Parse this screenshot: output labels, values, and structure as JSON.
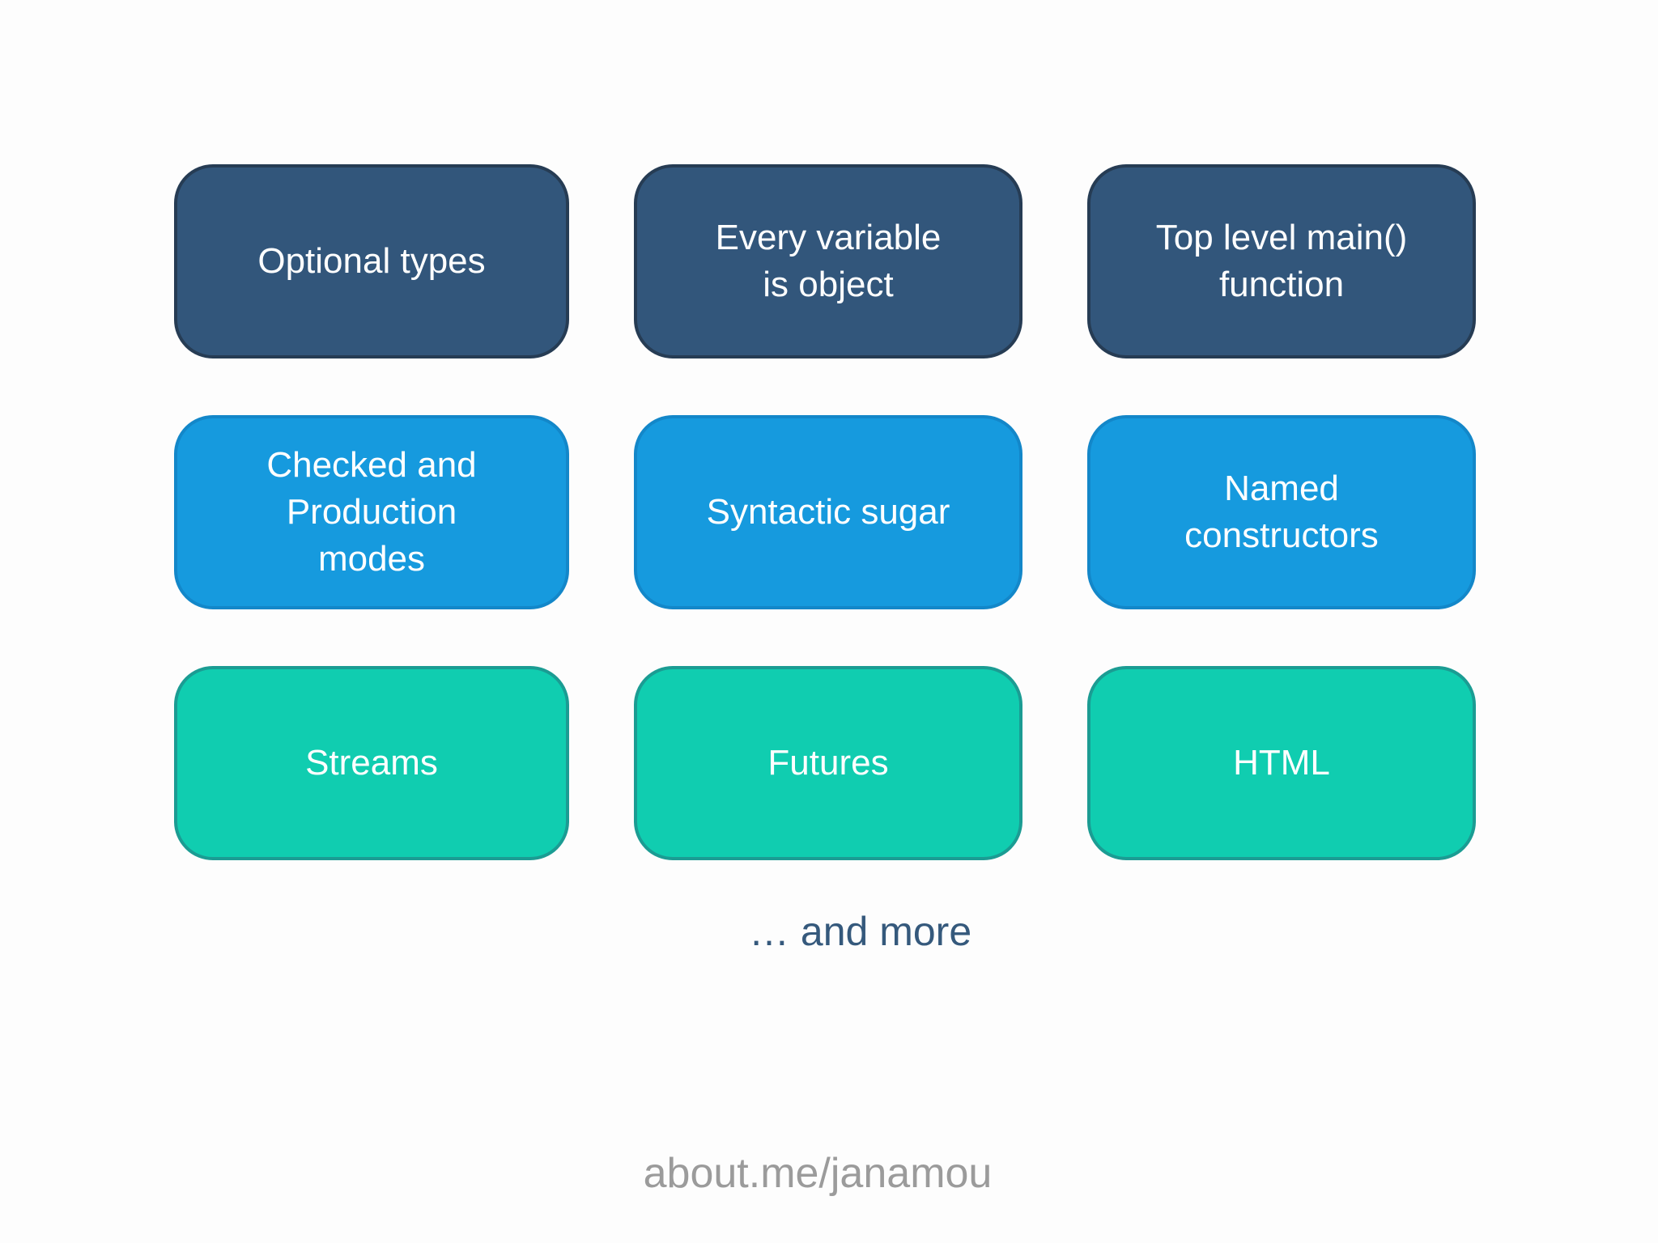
{
  "colors": {
    "background": "#fdfdfd",
    "navy_fill": "#32567b",
    "navy_border": "#263c54",
    "blue_fill": "#169ade",
    "blue_border": "#1387c9",
    "teal_fill": "#10cdb0",
    "teal_border": "#1b9c93",
    "box_text": "#ffffff",
    "and_more_text": "#35597c",
    "credit_text": "#9b9b9b"
  },
  "grid": {
    "rows": [
      {
        "color_role": "navy",
        "boxes": [
          {
            "label": "Optional types"
          },
          {
            "label": "Every variable\nis object"
          },
          {
            "label": "Top level main()\nfunction"
          }
        ]
      },
      {
        "color_role": "blue",
        "boxes": [
          {
            "label": "Checked and\nProduction\nmodes"
          },
          {
            "label": "Syntactic sugar"
          },
          {
            "label": "Named\nconstructors"
          }
        ]
      },
      {
        "color_role": "teal",
        "boxes": [
          {
            "label": "Streams"
          },
          {
            "label": "Futures"
          },
          {
            "label": "HTML"
          }
        ]
      }
    ]
  },
  "footer": {
    "and_more": "… and more",
    "credit": "about.me/janamou"
  }
}
